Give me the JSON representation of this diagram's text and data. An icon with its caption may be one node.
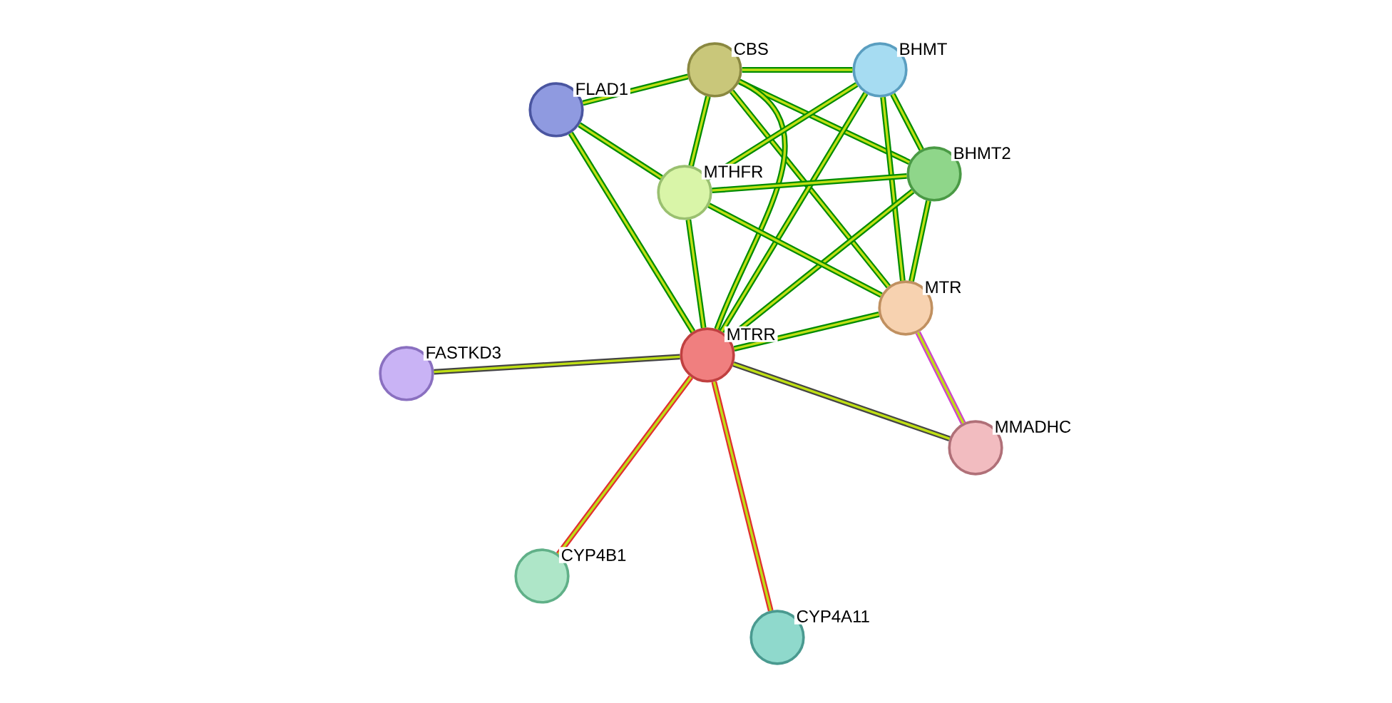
{
  "diagram": {
    "nodes": [
      {
        "text": [
          "CBS"
        ]
      },
      {
        "text": [
          "BHMT"
        ]
      },
      {
        "text": [
          "FLAD1"
        ]
      },
      {
        "text": [
          "BHMT2"
        ]
      },
      {
        "text": [
          "MTHFR"
        ]
      },
      {
        "text": [
          "MTR"
        ]
      },
      {
        "text": [
          "MTRR"
        ]
      },
      {
        "text": [
          "FASTKD3"
        ]
      },
      {
        "text": [
          "MMADHC"
        ]
      },
      {
        "text": [
          "CYP4B1"
        ]
      },
      {
        "text": [
          "CYP4A11"
        ]
      }
    ],
    "edges": [
      {
        "from": 0,
        "to": 1,
        "arrow": "none"
      },
      {
        "from": 0,
        "to": 3,
        "arrow": "none"
      },
      {
        "from": 0,
        "to": 4,
        "arrow": "none"
      },
      {
        "from": 0,
        "to": 5,
        "arrow": "none"
      },
      {
        "from": 0,
        "to": 6,
        "arrow": "none"
      },
      {
        "from": 2,
        "to": 0,
        "arrow": "none"
      },
      {
        "from": 1,
        "to": 3,
        "arrow": "none"
      },
      {
        "from": 1,
        "to": 4,
        "arrow": "none"
      },
      {
        "from": 1,
        "to": 5,
        "arrow": "none"
      },
      {
        "from": 1,
        "to": 6,
        "arrow": "none"
      },
      {
        "from": 3,
        "to": 4,
        "arrow": "none"
      },
      {
        "from": 3,
        "to": 5,
        "arrow": "none"
      },
      {
        "from": 3,
        "to": 6,
        "arrow": "none"
      },
      {
        "from": 4,
        "to": 5,
        "arrow": "none"
      },
      {
        "from": 4,
        "to": 6,
        "arrow": "none"
      },
      {
        "from": 2,
        "to": 4,
        "arrow": "none"
      },
      {
        "from": 2,
        "to": 6,
        "arrow": "none"
      },
      {
        "from": 5,
        "to": 6,
        "arrow": "none"
      },
      {
        "from": 5,
        "to": 8,
        "arrow": "none",
        "color": "#cc44cc"
      },
      {
        "from": 6,
        "to": 8,
        "arrow": "none",
        "color": "#444444"
      },
      {
        "from": 7,
        "to": 6,
        "arrow": "none",
        "color": "#444444"
      },
      {
        "from": 6,
        "to": 9,
        "arrow": "none",
        "color": "#e03030"
      },
      {
        "from": 6,
        "to": 10,
        "arrow": "none",
        "color": "#e03030"
      }
    ]
  }
}
